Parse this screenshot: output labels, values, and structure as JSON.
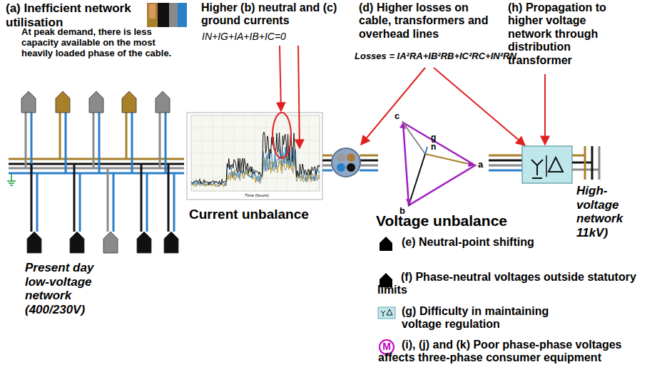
{
  "diagram": {
    "labels": [
      "(a) Inefficient network utilisation",
      "At peak demand, there is less capacity available on the most heavily loaded phase of the cable.",
      "Higher (b) neutral and (c) ground currents",
      "IN+IG+IA+IB+IC=0",
      "(d) Higher losses on cable, transformers and overhead lines",
      "Losses = IA²RA+IB²RB+IC²RC+IN²RN",
      "(h) Propagation to higher voltage network through distribution transformer",
      "Current unbalance",
      "Present day low-voltage network (400/230V)",
      "Voltage unbalance",
      "(e) Neutral-point shifting",
      "(f) Phase-neutral voltages outside statutory limits",
      "(g) Difficulty in maintaining voltage regulation",
      "(i), (j) and (k) Poor phase-phase voltages affects three-phase consumer equipment",
      "High-voltage network 11kV)",
      "c",
      "g",
      "n",
      "a",
      "b",
      "M",
      "Time (hours)"
    ]
  }
}
